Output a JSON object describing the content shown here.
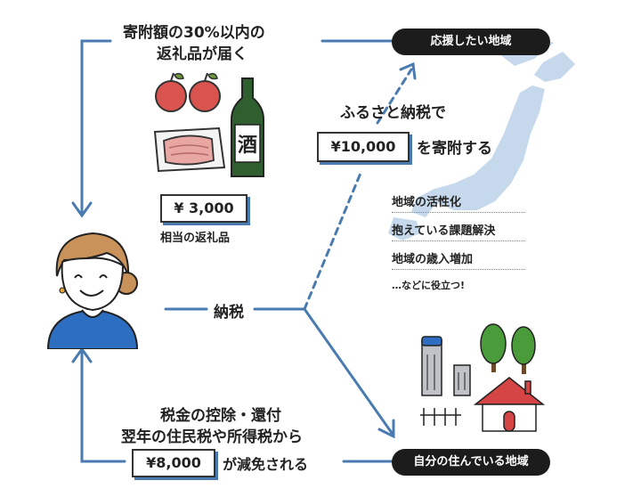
{
  "top_return": {
    "line1": "寄附額の30%以内の",
    "line2": "返礼品が届く"
  },
  "region_support": "応援したい地域",
  "furusato": {
    "line1": "ふるさと納税で",
    "amount": "¥10,000",
    "suffix": "を寄附する"
  },
  "gift": {
    "amount": "¥ 3,000",
    "label": "相当の返礼品",
    "sake_char": "酒"
  },
  "benefits": [
    "地域の活性化",
    "抱えている課題解決",
    "地域の歳入増加"
  ],
  "benefits_note": "…などに役立つ!",
  "tax_label": "納税",
  "tax_return": {
    "line1": "税金の控除・還付",
    "line2": "翌年の住民税や所得税から",
    "amount": "¥8,000",
    "suffix": "が減免される"
  },
  "region_home": "自分の住んでいる地域",
  "colors": {
    "arrow": "#4a7bb0",
    "japan_map": "#c5d8ec",
    "pill": "#1c1c1c",
    "person_shirt": "#2d6ec1",
    "hair": "#c8925a",
    "apple": "#d9534f",
    "roof": "#d64545"
  }
}
